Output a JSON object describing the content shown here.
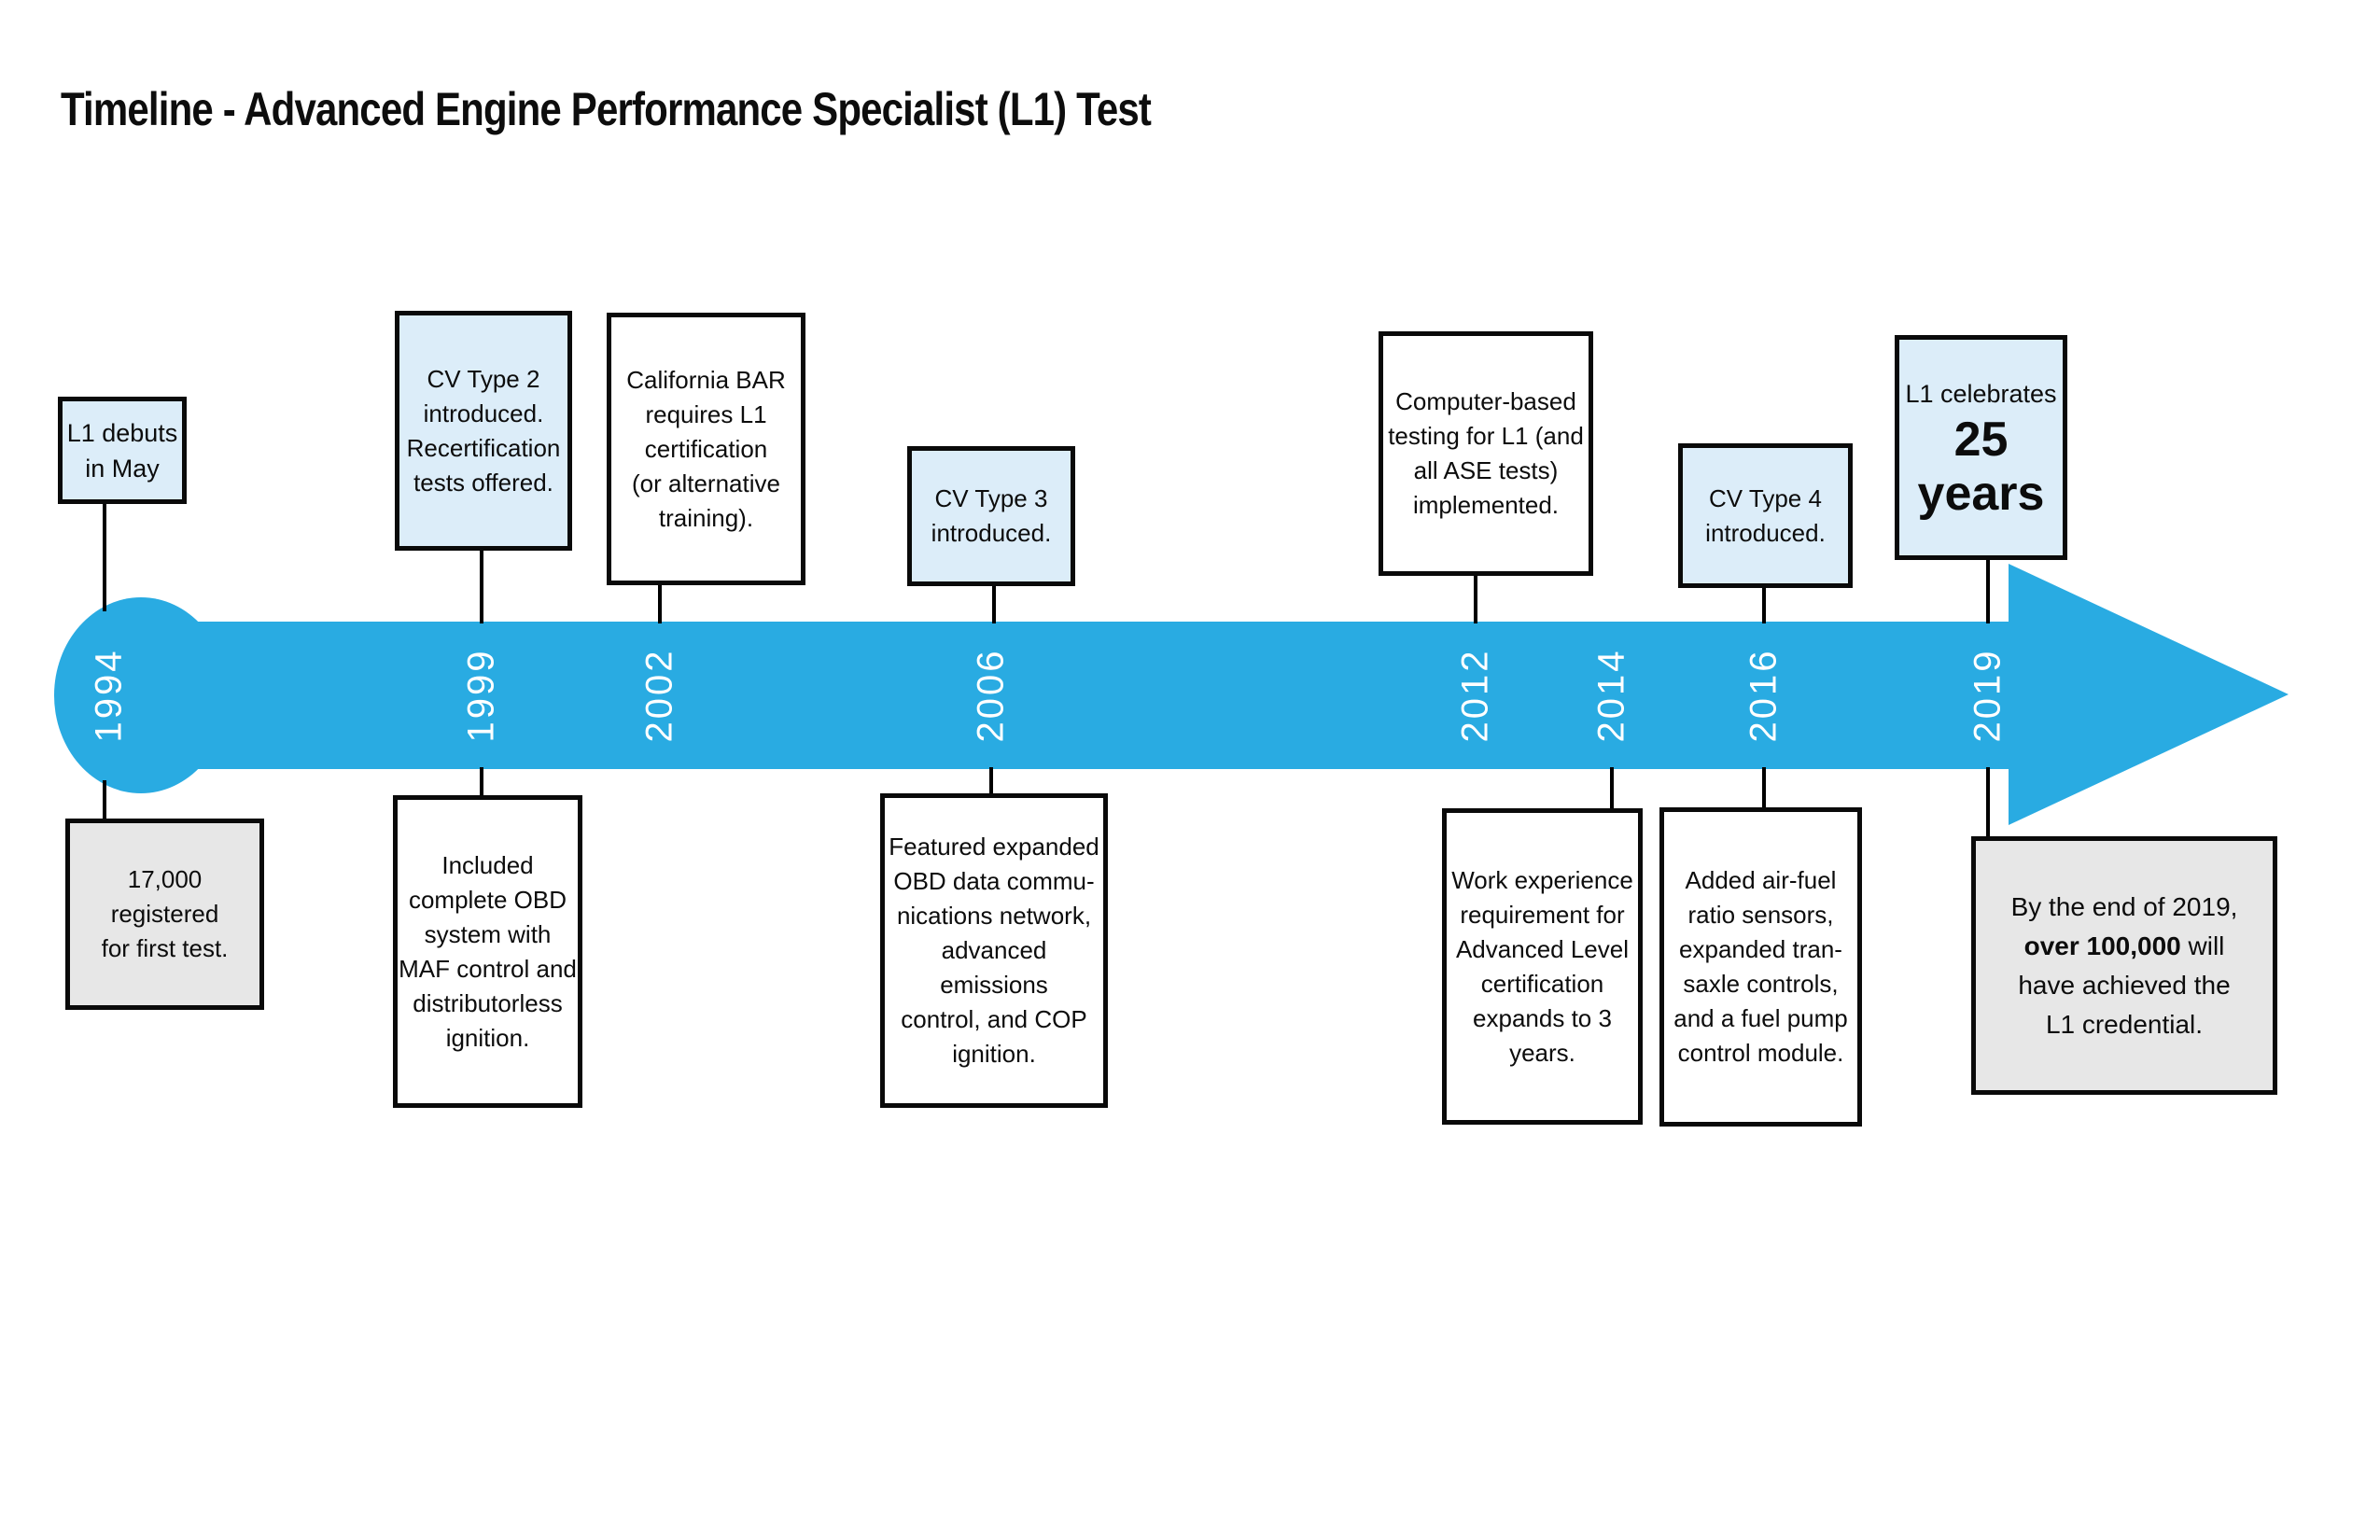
{
  "title": "Timeline - Advanced Engine Performance Specialist (L1) Test",
  "colors": {
    "bar_blue": "#29ABE2",
    "light_blue_fill": "#DCEDF9",
    "gray_fill": "#E7E7E7",
    "white_fill": "#FFFFFF",
    "border": "#0A0A0A"
  },
  "years": [
    "1994",
    "1999",
    "2002",
    "2006",
    "2012",
    "2014",
    "2016",
    "2019"
  ],
  "boxes_above": {
    "y1994": "L1 debuts\nin May",
    "y1999": "CV Type 2\nintroduced.\nRecertification\ntests offered.",
    "y2002": "California BAR\nrequires L1\ncertification\n(or alternative\ntraining).",
    "y2006": "CV Type 3\nintroduced.",
    "y2012": "Computer-based\ntesting for L1 (and\nall ASE tests)\nimplemented.",
    "y2016": "CV Type 4\nintroduced.",
    "y2019": {
      "line1": "L1 celebrates",
      "line2": "25",
      "line3": "years"
    }
  },
  "boxes_below": {
    "y1994": "17,000\nregistered\nfor first test.",
    "y1999": "Included\ncomplete OBD\nsystem with\nMAF control and\ndistributorless\nignition.",
    "y2006": "Featured expanded\nOBD data commu-\nnications network,\nadvanced emissions\ncontrol, and COP\nignition.",
    "y2014": "Work experience\nrequirement for\nAdvanced Level\ncertification\nexpands to 3\nyears.",
    "y2016": "Added air-fuel\nratio sensors,\nexpanded tran-\nsaxle controls,\nand a fuel pump\ncontrol module.",
    "y2019": {
      "line1": "By the end of 2019,",
      "line2_bold": "over 100,000",
      "line2_rest": " will",
      "line3": "have achieved the",
      "line4": "L1 credential."
    }
  }
}
